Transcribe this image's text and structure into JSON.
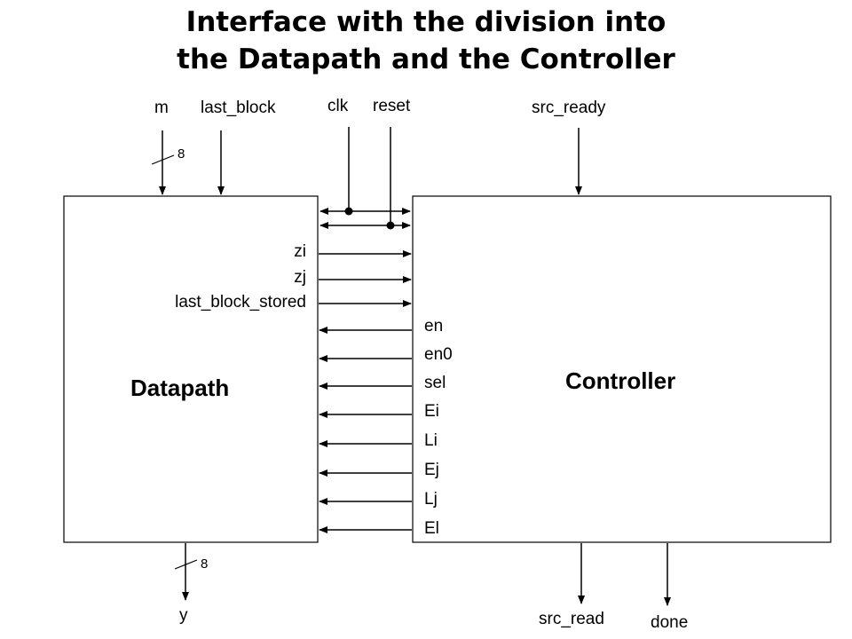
{
  "title": {
    "line1": "Interface with the division into",
    "line2": "the Datapath and the Controller"
  },
  "blocks": {
    "datapath": "Datapath",
    "controller": "Controller"
  },
  "inputs": {
    "m": "m",
    "last_block": "last_block",
    "clk": "clk",
    "reset": "reset",
    "src_ready": "src_ready"
  },
  "outputs": {
    "y": "y",
    "src_read": "src_read",
    "done": "done"
  },
  "bus_widths": {
    "m": "8",
    "y": "8"
  },
  "status_signals": [
    "zi",
    "zj",
    "last_block_stored"
  ],
  "control_signals": [
    "en",
    "en0",
    "sel",
    "Ei",
    "Li",
    "Ej",
    "Lj",
    "El"
  ]
}
